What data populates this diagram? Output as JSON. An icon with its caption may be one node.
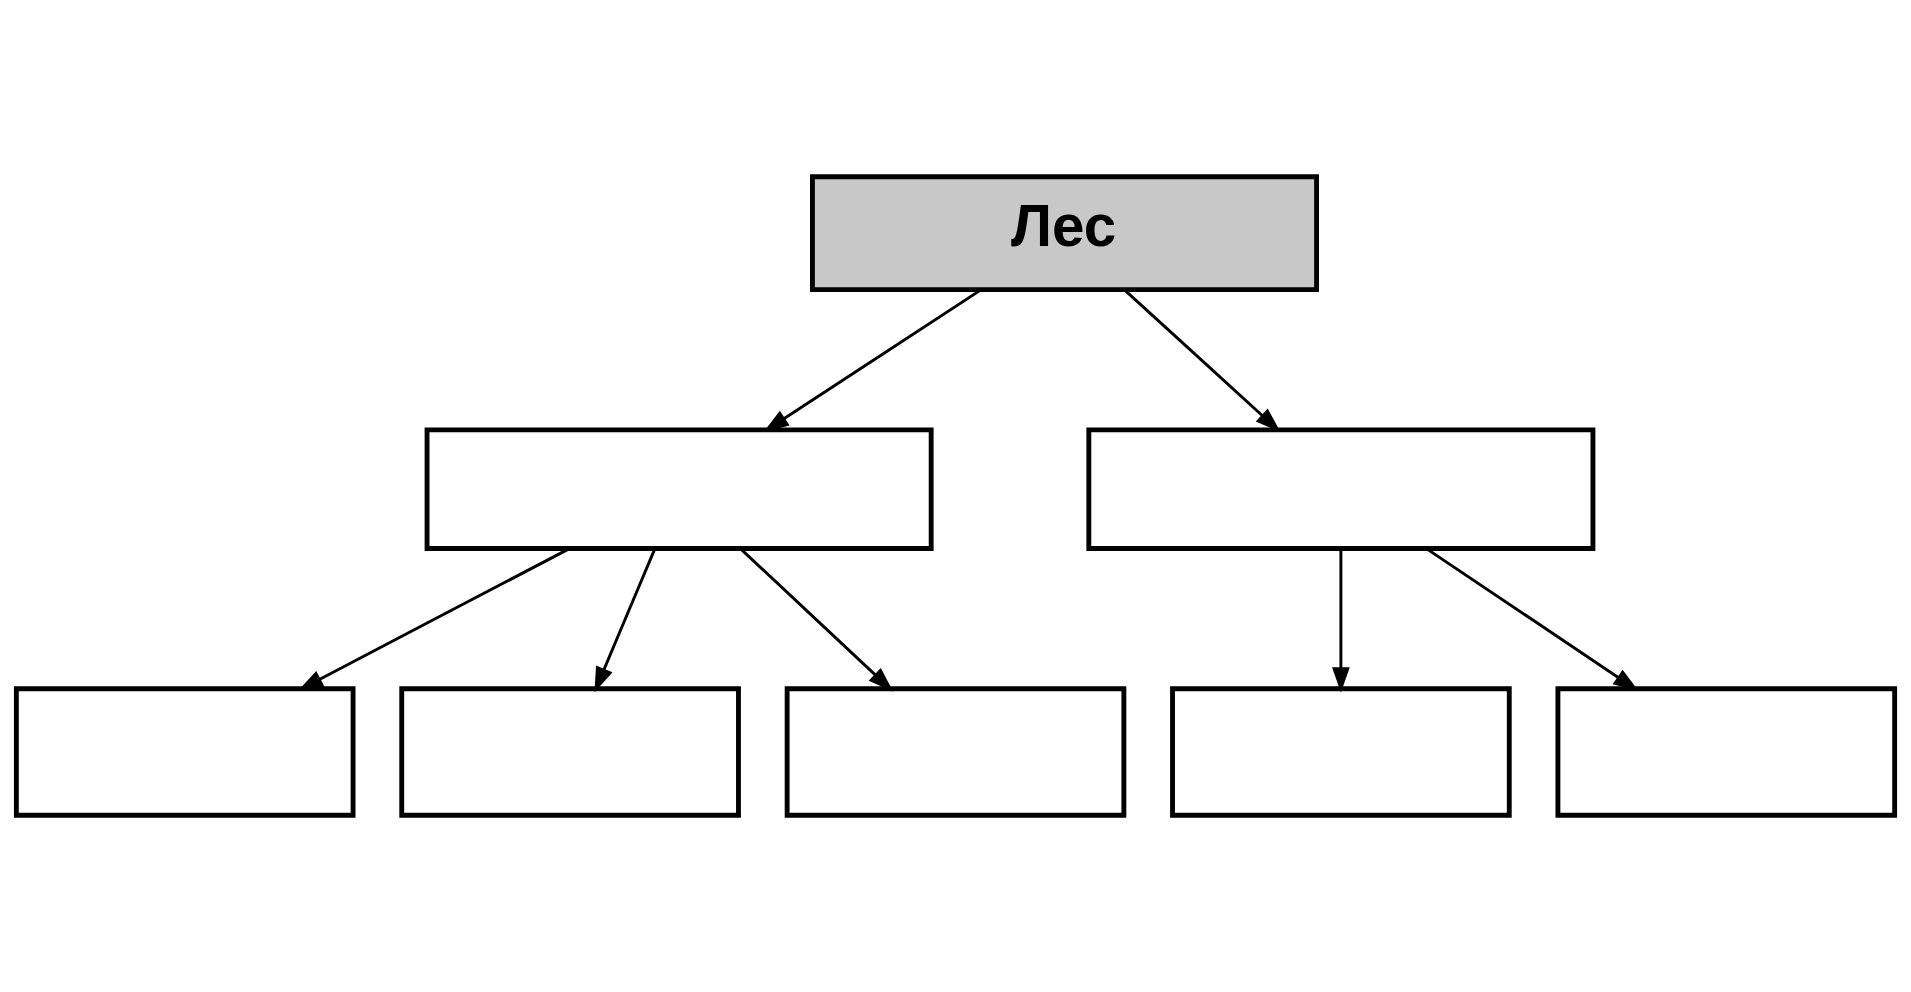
{
  "diagram": {
    "nodes": [
      {
        "text": [
          "Лес"
        ]
      },
      {
        "text": [],
        "shape": "box"
      },
      {
        "text": [],
        "shape": "box"
      },
      {
        "text": [],
        "shape": "box"
      },
      {
        "text": [],
        "shape": "box"
      },
      {
        "text": [],
        "shape": "box"
      },
      {
        "text": [],
        "shape": "box"
      },
      {
        "text": [],
        "shape": "box"
      }
    ],
    "edges": [
      {
        "from": 0,
        "to": 1,
        "arrow": "to"
      },
      {
        "from": 0,
        "to": 2,
        "arrow": "to"
      },
      {
        "from": 1,
        "to": 3,
        "arrow": "to"
      },
      {
        "from": 1,
        "to": 4,
        "arrow": "to"
      },
      {
        "from": 1,
        "to": 5,
        "arrow": "to"
      },
      {
        "from": 2,
        "to": 6,
        "arrow": "to"
      },
      {
        "from": 2,
        "to": 7,
        "arrow": "to"
      }
    ]
  }
}
